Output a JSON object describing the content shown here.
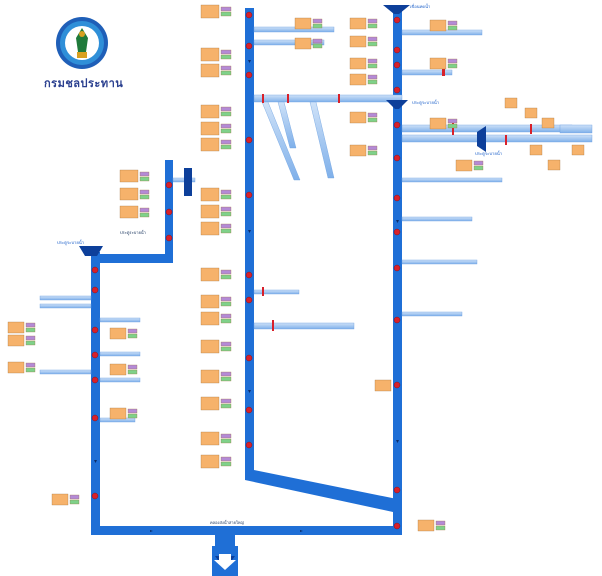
{
  "logo": {
    "text": "กรมชลประทาน"
  },
  "labels": {
    "top_right": "เขื่อนทดน้ำ",
    "right_mid": "ประตูระบายน้ำ",
    "right_mid2": "ประตูระบายน้ำ",
    "left_top": "ประตูระบายน้ำ",
    "center_left": "ประตูระบายน้ำ",
    "bottom_main": "คลองส่งน้ำสายใหญ่"
  },
  "colors": {
    "canal": "#1f6fd6",
    "canal_light": "#9fc3ef",
    "gate": "#d8202a",
    "box_orange": "#f6b26b",
    "box_purple": "#b48ad6",
    "box_green": "#7fd18a",
    "outlet": "#0d4fb3"
  }
}
